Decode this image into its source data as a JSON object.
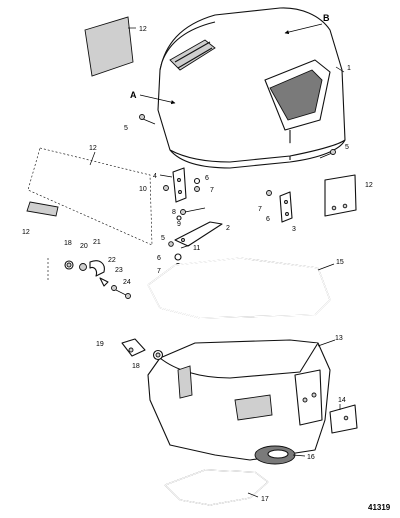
{
  "callouts": {
    "c1": "1",
    "c2": "2",
    "c3": "3",
    "c4": "4",
    "c5a": "5",
    "c5b": "5",
    "c5c": "5",
    "c6a": "6",
    "c6b": "6",
    "c6c": "6",
    "c7a": "7",
    "c7b": "7",
    "c7c": "7",
    "c8": "8",
    "c9": "9",
    "c10": "10",
    "c11": "11",
    "c12a": "12",
    "c12b": "12",
    "c12c": "12",
    "c12d": "12",
    "c13": "13",
    "c14": "14",
    "c15": "15",
    "c16": "16",
    "c17": "17",
    "c18a": "18",
    "c18b": "18",
    "c19": "19",
    "c20": "20",
    "c21": "21",
    "c22": "22",
    "c23": "23",
    "c24": "24",
    "labelA": "A",
    "labelB": "B"
  },
  "figure_number": "41319"
}
